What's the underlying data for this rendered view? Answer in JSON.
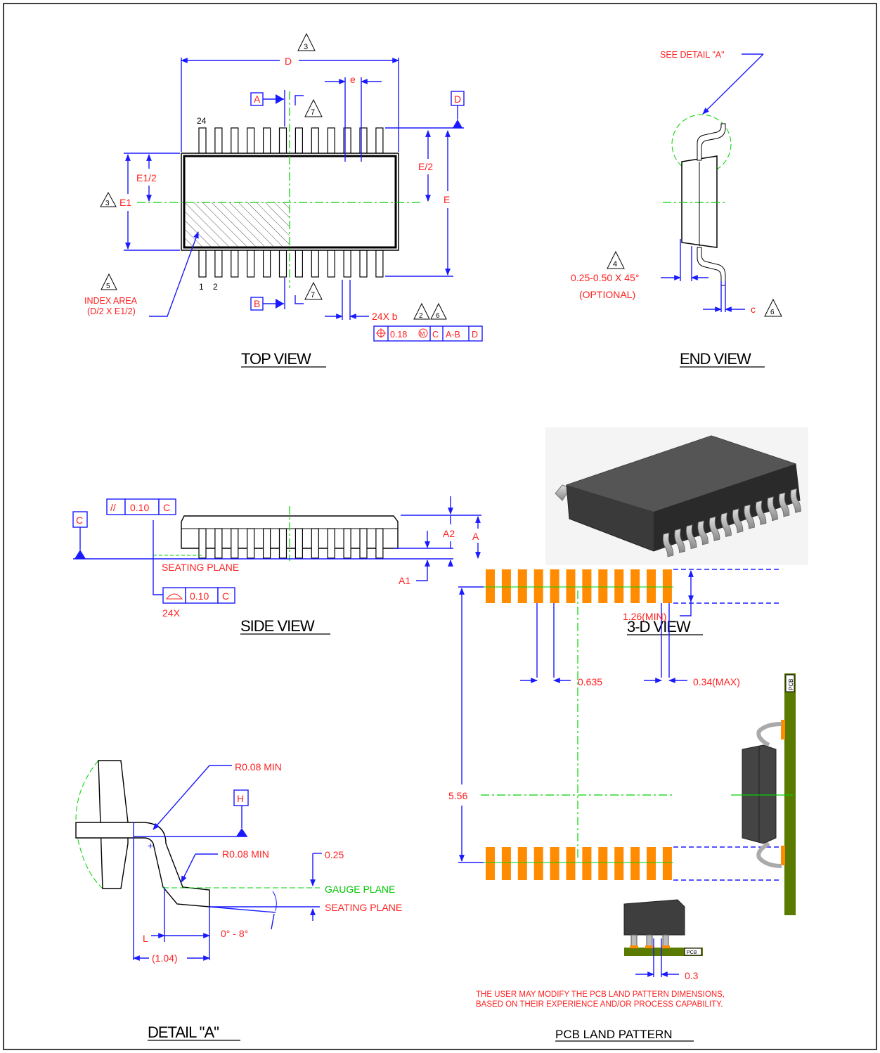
{
  "views": {
    "top": "TOP VIEW",
    "end": "END VIEW",
    "side": "SIDE VIEW",
    "three_d": "3-D VIEW",
    "detail": "DETAIL \"A\"",
    "pcb": "PCB LAND PATTERN"
  },
  "top_view": {
    "D": "D",
    "e": "e",
    "E": "E",
    "E2": "E/2",
    "E1": "E1",
    "E1_2": "E1/2",
    "datum_A": "A",
    "datum_B": "B",
    "datum_D": "D",
    "pin_24": "24",
    "pin_1": "1",
    "pin_2": "2",
    "index_area_1": "INDEX AREA",
    "index_area_2": "(D/2 X E1/2)",
    "note_3": "3",
    "note_7": "7",
    "note_5": "5",
    "note_2": "2",
    "note_6": "6",
    "lead_count": "24X b",
    "fcf_tol": "0.18",
    "fcf_m": "M",
    "fcf_c": "C",
    "fcf_ab": "A-B",
    "fcf_d": "D"
  },
  "end_view": {
    "see_detail": "SEE DETAIL \"A\"",
    "chamfer": "0.25-0.50 X 45°",
    "optional": "(OPTIONAL)",
    "note_4": "4",
    "c": "c",
    "note_6": "6"
  },
  "side_view": {
    "datum_C": "C",
    "parallel_tol": "0.10",
    "parallel_ref": "C",
    "parallel_sym": "//",
    "seating_plane": "SEATING PLANE",
    "coplanarity_tol": "0.10",
    "coplanarity_ref": "C",
    "coplanarity_count": "24X",
    "A": "A",
    "A1": "A1",
    "A2": "A2"
  },
  "detail": {
    "r1": "R0.08 MIN",
    "r2": "R0.08 MIN",
    "datum_H": "H",
    "gauge": "0.25",
    "gauge_plane": "GAUGE PLANE",
    "seating_plane": "SEATING PLANE",
    "angle": "0° - 8°",
    "L": "L",
    "ref": "(1.04)"
  },
  "pcb": {
    "pitch": "0.635",
    "width": "0.34(MAX)",
    "length": "1.26(MIN)",
    "span": "5.56",
    "pcb_label": "PCB",
    "pad_gap": "0.3",
    "note_1": "THE USER MAY MODIFY THE PCB LAND PATTERN DIMENSIONS,",
    "note_2": "BASED ON THEIR EXPERIENCE AND/OR PROCESS CAPABILITY."
  },
  "colors": {
    "dimension": "#1a1aff",
    "label": "#ff2020",
    "center": "#00d200",
    "pad": "#ff8c00",
    "pcb_board": "#5a7a00"
  }
}
